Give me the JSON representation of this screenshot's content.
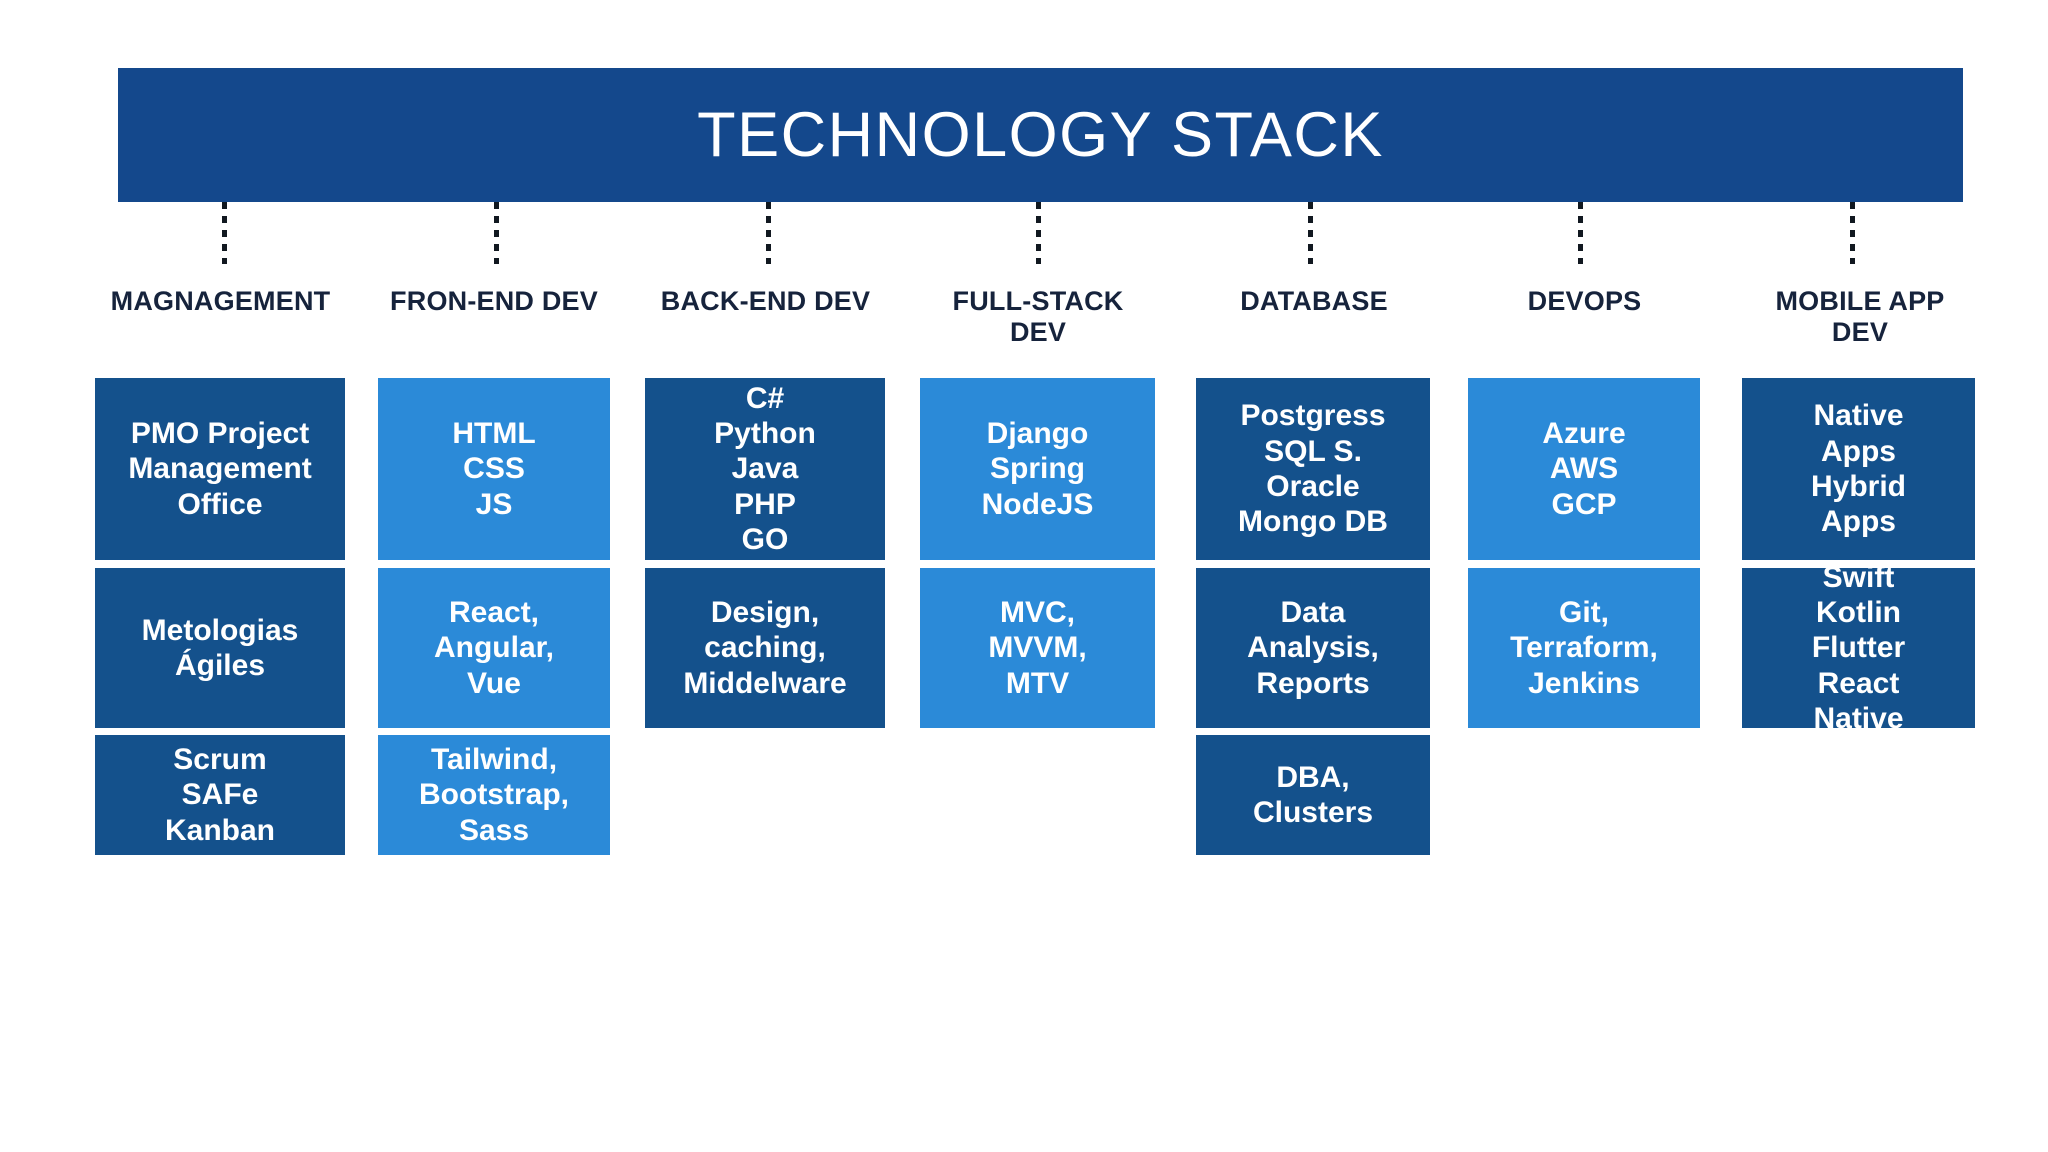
{
  "title": "TECHNOLOGY STACK",
  "colors": {
    "banner": "#14488c",
    "dark_box": "#14518c",
    "light_box": "#2b8ad8",
    "header_text": "#16233c",
    "box_text": "#ffffff",
    "connector": "#111820",
    "background": "#ffffff"
  },
  "columns": [
    {
      "header": "MAGNAGEMENT",
      "boxes": [
        {
          "text": "PMO Project\nManagement\nOffice",
          "shade": "dark"
        },
        {
          "text": "Metologias\nÁgiles",
          "shade": "dark"
        },
        {
          "text": "Scrum\nSAFe\nKanban",
          "shade": "dark"
        }
      ]
    },
    {
      "header": "FRON-END DEV",
      "boxes": [
        {
          "text": "HTML\nCSS\nJS",
          "shade": "light"
        },
        {
          "text": "React,\nAngular,\nVue",
          "shade": "light"
        },
        {
          "text": "Tailwind,\nBootstrap,\nSass",
          "shade": "light"
        }
      ]
    },
    {
      "header": "BACK-END DEV",
      "boxes": [
        {
          "text": "C#\nPython\nJava\nPHP\nGO",
          "shade": "dark"
        },
        {
          "text": "Design,\ncaching,\nMiddelware",
          "shade": "dark"
        }
      ]
    },
    {
      "header": "FULL-STACK\nDEV",
      "boxes": [
        {
          "text": "Django\nSpring\nNodeJS",
          "shade": "light"
        },
        {
          "text": "MVC,\nMVVM,\nMTV",
          "shade": "light"
        }
      ]
    },
    {
      "header": "DATABASE",
      "boxes": [
        {
          "text": "Postgress\nSQL S.\nOracle\nMongo DB",
          "shade": "dark"
        },
        {
          "text": "Data\nAnalysis,\nReports",
          "shade": "dark"
        },
        {
          "text": "DBA,\nClusters",
          "shade": "dark"
        }
      ]
    },
    {
      "header": "DEVOPS",
      "boxes": [
        {
          "text": "Azure\nAWS\nGCP",
          "shade": "light"
        },
        {
          "text": "Git,\nTerraform,\nJenkins",
          "shade": "light"
        }
      ]
    },
    {
      "header": "MOBILE APP\nDEV",
      "boxes": [
        {
          "text": "Native\nApps\nHybrid\nApps",
          "shade": "dark"
        },
        {
          "text": "Swift\nKotlin\nFlutter\nReact\nNative",
          "shade": "dark"
        }
      ]
    }
  ]
}
